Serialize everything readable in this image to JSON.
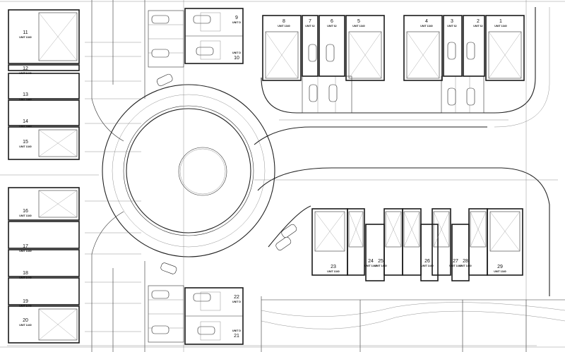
{
  "units": [
    {
      "id": "u1",
      "number": "1",
      "label": "UNIT 1340"
    },
    {
      "id": "u2",
      "number": "2",
      "label": "UNIT 62"
    },
    {
      "id": "u3",
      "number": "3",
      "label": "UNIT 62"
    },
    {
      "id": "u4",
      "number": "4",
      "label": "UNIT 1340"
    },
    {
      "id": "u5",
      "number": "5",
      "label": "UNIT 1340"
    },
    {
      "id": "u6",
      "number": "6",
      "label": "UNIT 62"
    },
    {
      "id": "u7",
      "number": "7",
      "label": "UNIT 62"
    },
    {
      "id": "u8",
      "number": "8",
      "label": "UNIT 1340"
    },
    {
      "id": "u9",
      "number": "9",
      "label": "UNIT D"
    },
    {
      "id": "u10",
      "number": "10",
      "label": "UNIT D"
    },
    {
      "id": "u11",
      "number": "11",
      "label": "UNIT 1340"
    },
    {
      "id": "u12",
      "number": "12",
      "label": "UNIT 1440"
    },
    {
      "id": "u13",
      "number": "13",
      "label": "UNIT 1440"
    },
    {
      "id": "u14",
      "number": "14",
      "label": "UNIT 1440"
    },
    {
      "id": "u15",
      "number": "15",
      "label": "UNIT 1340"
    },
    {
      "id": "u16",
      "number": "16",
      "label": "UNIT 1340"
    },
    {
      "id": "u17",
      "number": "17",
      "label": "UNIT 1440"
    },
    {
      "id": "u18",
      "number": "18",
      "label": "UNIT 1440"
    },
    {
      "id": "u19",
      "number": "19",
      "label": "UNIT 1440"
    },
    {
      "id": "u20",
      "number": "20",
      "label": "UNIT 1440"
    },
    {
      "id": "u21",
      "number": "21",
      "label": "UNIT D"
    },
    {
      "id": "u22",
      "number": "22",
      "label": "UNIT D"
    },
    {
      "id": "u23",
      "number": "23",
      "label": "UNIT 1340"
    },
    {
      "id": "u24",
      "number": "24",
      "label": "UNIT 1440"
    },
    {
      "id": "u25",
      "number": "25",
      "label": "UNIT 1440"
    },
    {
      "id": "u26",
      "number": "26",
      "label": "UNIT 1440"
    },
    {
      "id": "u27",
      "number": "27",
      "label": "UNIT 1440"
    },
    {
      "id": "u28",
      "number": "28",
      "label": "UNIT 1440"
    },
    {
      "id": "u29",
      "number": "29",
      "label": "UNIT 1340"
    }
  ]
}
